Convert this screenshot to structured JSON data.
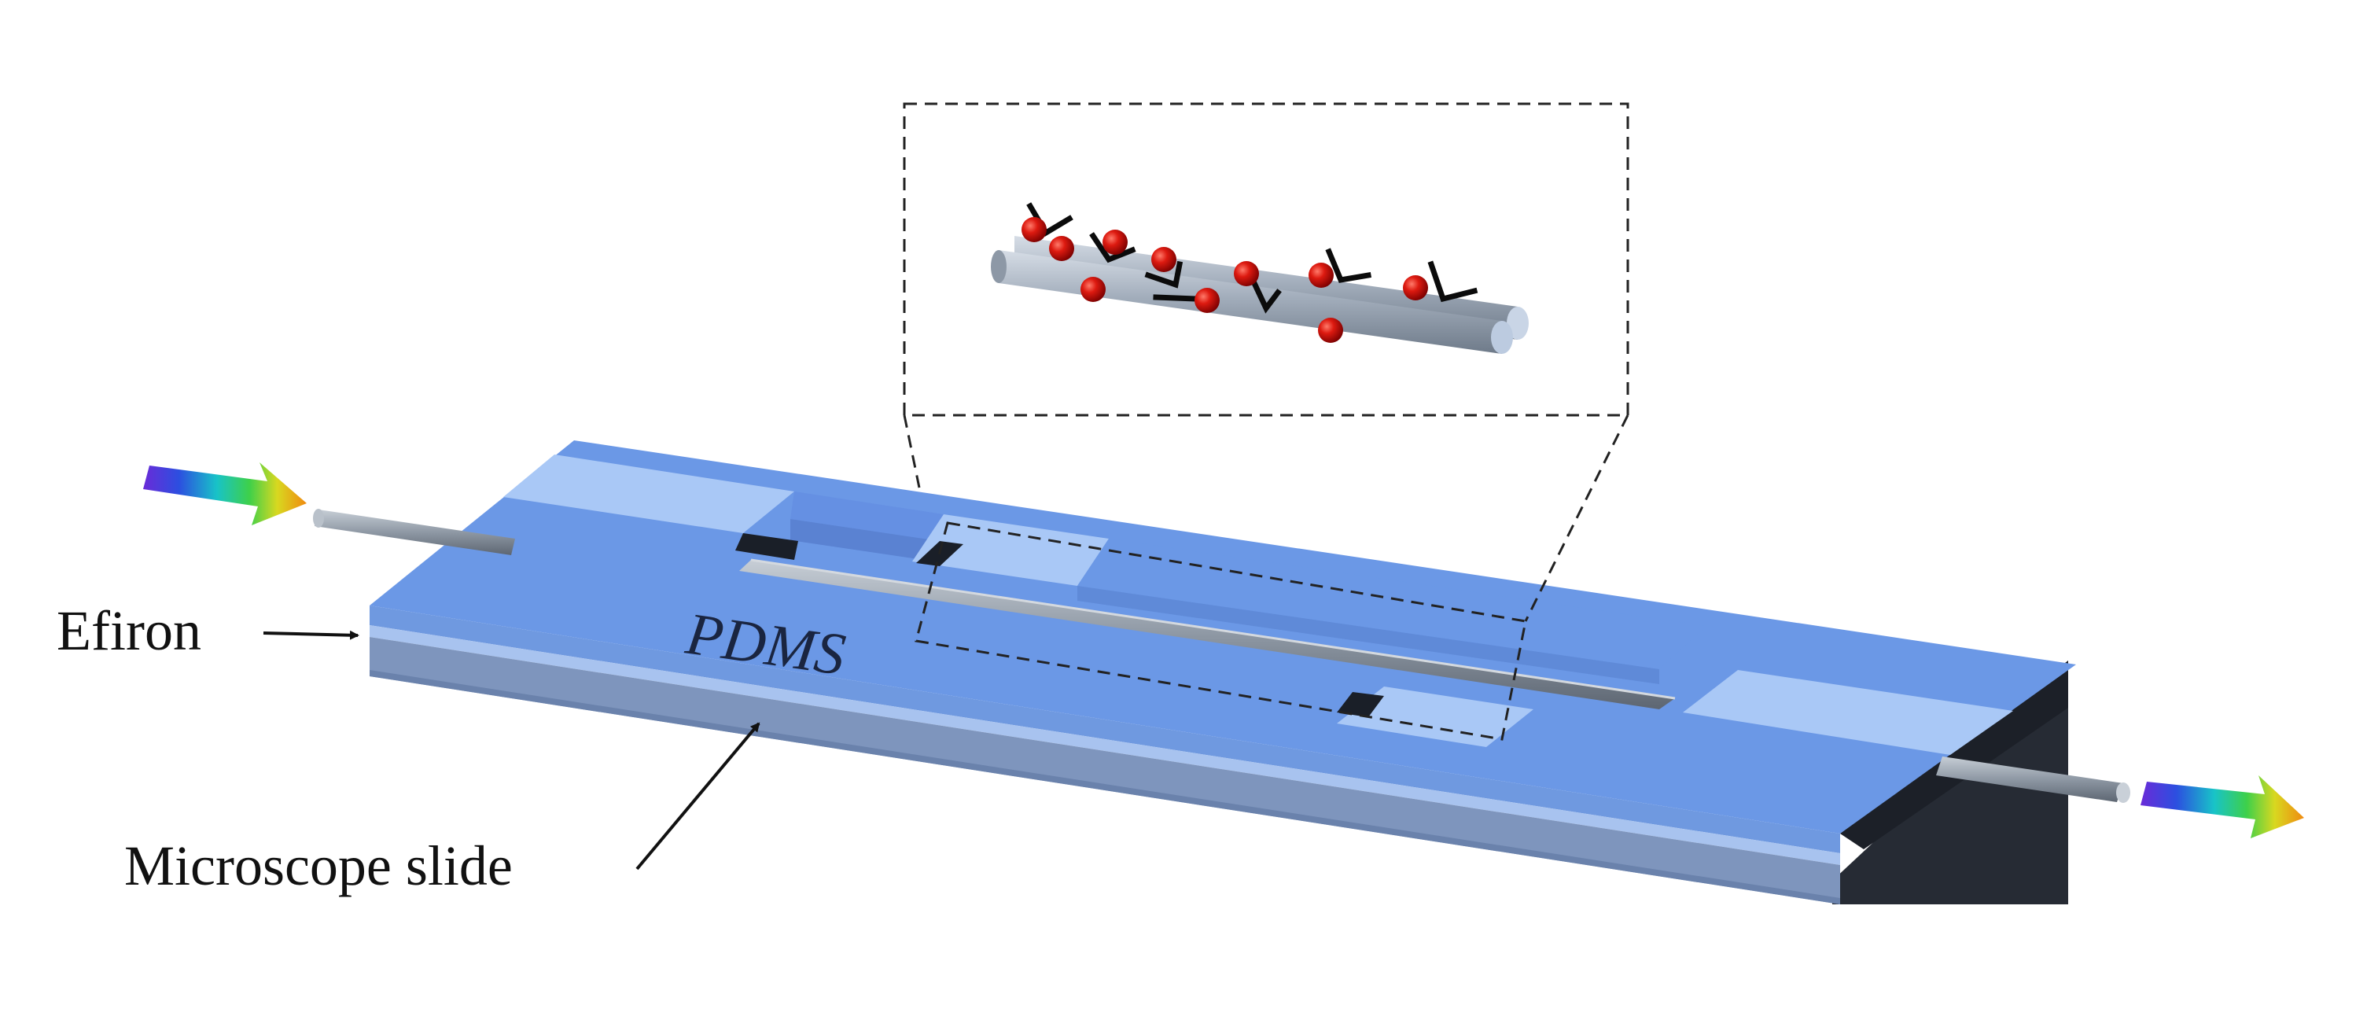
{
  "labels": {
    "efiron": "Efiron",
    "pdms": "PDMS",
    "microscope_slide": "Microscope slide"
  },
  "colors": {
    "efiron_blue": "#6b98e6",
    "efiron_top_dark": "#5e8ce0",
    "efiron_light": "#a9c8f6",
    "slide_edge": "#7d95bd",
    "slide_light": "#b8cbe8",
    "side_dark": "#252a33",
    "fiber": "#8c96a3",
    "nanoparticle": "#cc1010"
  },
  "icons": {
    "input_light": "rainbow-arrow-icon",
    "output_light": "rainbow-arrow-icon"
  }
}
